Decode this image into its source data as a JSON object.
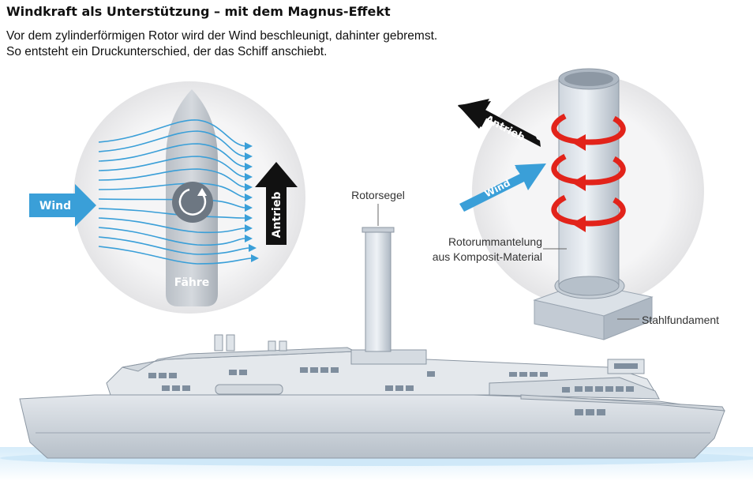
{
  "header": {
    "title": "Windkraft als Unterstützung – mit dem Magnus-Effekt",
    "subtitle_line1": "Vor dem zylinderförmigen Rotor wird der Wind beschleunigt, dahinter gebremst.",
    "subtitle_line2": "So entsteht ein Druckunterschied, der das Schiff anschiebt."
  },
  "left_detail": {
    "wind_label": "Wind",
    "thrust_label": "Antrieb",
    "ferry_label": "Fähre"
  },
  "right_detail": {
    "thrust_label": "Antrieb",
    "wind_label": "Wind",
    "sleeve_label_line1": "Rotorummantelung",
    "sleeve_label_line2": "aus Komposit-Material",
    "base_label": "Stahlfundament"
  },
  "ship": {
    "rotor_label": "Rotorsegel"
  },
  "colors": {
    "wind_blue": "#3a9fd8",
    "thrust_black": "#111111",
    "rotation_red": "#e2231a",
    "ship_grey": "#d8dde3",
    "circle_bg": "#f3f3f4"
  }
}
